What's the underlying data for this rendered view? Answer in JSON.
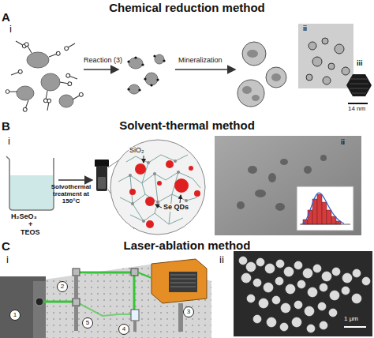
{
  "diagram": {
    "labels": [
      "A",
      "Chemical reduction method",
      "i",
      "Reaction (3)",
      "Mineralization",
      "ii",
      "iii",
      "14 nm",
      "B",
      "Solvent-thermal method",
      "i",
      "H₂SeO₃",
      "+",
      "TEOS",
      "Solvothermal treatment at 150°C",
      "SiO₂",
      "Se QDs",
      "ii",
      "C",
      "Laser-ablation method",
      "i",
      "1",
      "2",
      "3",
      "4",
      "5",
      "ii",
      "1 μm"
    ]
  }
}
